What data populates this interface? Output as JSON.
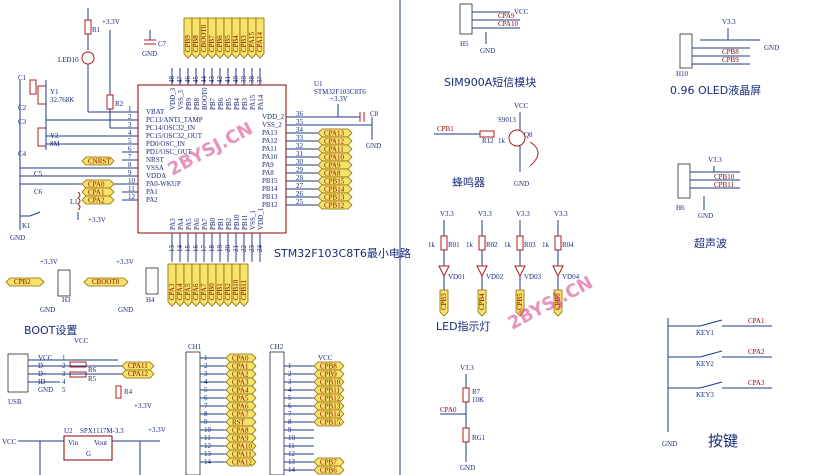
{
  "watermark": "2BYSJ.CN",
  "mcu": {
    "ref": "U1",
    "part": "STM32F103C8T6",
    "caption": "STM32F103C8T6最小电路",
    "left_pins": [
      {
        "n": "1",
        "l": "VBAT"
      },
      {
        "n": "2",
        "l": "PC13/ANTI_TAMP"
      },
      {
        "n": "3",
        "l": "PC14/OSC32_IN"
      },
      {
        "n": "4",
        "l": "PC15/OSC32_OUT"
      },
      {
        "n": "5",
        "l": "PD0/OSC_IN"
      },
      {
        "n": "6",
        "l": "PD1/OSC_OUT"
      },
      {
        "n": "7",
        "l": "NRST"
      },
      {
        "n": "8",
        "l": "VSSA"
      },
      {
        "n": "9",
        "l": "VDDA"
      },
      {
        "n": "10",
        "l": "PA0-WKUP"
      },
      {
        "n": "11",
        "l": "PA1"
      },
      {
        "n": "12",
        "l": "PA2"
      }
    ],
    "right_pins": [
      {
        "n": "36",
        "l": "VDD_2"
      },
      {
        "n": "35",
        "l": "VSS_2"
      },
      {
        "n": "34",
        "l": "PA13"
      },
      {
        "n": "33",
        "l": "PA12"
      },
      {
        "n": "32",
        "l": "PA11"
      },
      {
        "n": "31",
        "l": "PA10"
      },
      {
        "n": "30",
        "l": "PA9"
      },
      {
        "n": "29",
        "l": "PA8"
      },
      {
        "n": "28",
        "l": "PB15"
      },
      {
        "n": "27",
        "l": "PB14"
      },
      {
        "n": "26",
        "l": "PB13"
      },
      {
        "n": "25",
        "l": "PB12"
      }
    ],
    "top_pins": [
      "VDD_3",
      "VSS_3",
      "PB9",
      "PB8",
      "BOOT0",
      "PB7",
      "PB6",
      "PB5",
      "PB4",
      "PB3",
      "PA15",
      "PA14"
    ],
    "top_nums": [
      "48",
      "47",
      "46",
      "45",
      "44",
      "43",
      "42",
      "41",
      "40",
      "39",
      "38",
      "37"
    ],
    "bottom_pins": [
      "PA3",
      "PA4",
      "PA5",
      "PA6",
      "PA7",
      "PB0",
      "PB1",
      "PB2",
      "PB10",
      "PB11",
      "VSS_1",
      "VDD_1"
    ],
    "bottom_nums": [
      "13",
      "14",
      "15",
      "16",
      "17",
      "18",
      "19",
      "20",
      "21",
      "22",
      "23",
      "24"
    ]
  },
  "mcu_nets": {
    "top": [
      "CPB9",
      "CPB8",
      "CBOOT0",
      "CPB7",
      "CPB6",
      "CPB5",
      "CPB4",
      "CPB3",
      "CPA15",
      "CPA14"
    ],
    "right": [
      "CPA13",
      "CPA12",
      "CPA11",
      "CPA10",
      "CPA9",
      "CPA8",
      "CPB15",
      "CPB14",
      "CPB13",
      "CPB12"
    ],
    "bottom": [
      "CPA3",
      "CPA4",
      "CPA5",
      "CPA6",
      "CPA7",
      "CPB0",
      "CPB1",
      "CPB2",
      "CPB10",
      "CPB11"
    ],
    "left": [
      "CNRST",
      "CPA0",
      "CPA1",
      "CPA2"
    ]
  },
  "parts": {
    "R1": "R1",
    "LED10": "LED10",
    "R2": "R2",
    "C7": "C7",
    "C1": "C1",
    "Y1": "Y1",
    "Y1v": "32.768K",
    "C2": "C2",
    "C3": "C3",
    "Y2": "Y2",
    "Y2v": "8M",
    "C4": "C4",
    "C5": "C5",
    "C6": "C6",
    "L1": "L1",
    "K1": "K1",
    "C8": "C8",
    "GND": "GND",
    "V33": "+3.3V",
    "V33s": "V3.3",
    "VCC": "VCC"
  },
  "boot": {
    "caption": "BOOT设置",
    "h3": "H3",
    "h4": "H4",
    "net1": "CPB2",
    "net2": "CBOOT0"
  },
  "usb": {
    "label": "USB",
    "pins": [
      "VCC",
      "D-",
      "D+",
      "ID",
      "GND"
    ],
    "R5": "R5",
    "R6": "R6",
    "R4": "R4",
    "net1": "CPA11",
    "net2": "CPA12"
  },
  "reg": {
    "ref": "U2",
    "part": "SPX1117M-3.3",
    "vin": "Vin",
    "vout": "Vout",
    "gnd": "G",
    "vcc": "VCC",
    "v33": "+3.3V"
  },
  "ch1": {
    "ref": "CH1",
    "nets": [
      "CPA0",
      "CPA1",
      "CPA2",
      "CPA3",
      "CPA4",
      "CPA5",
      "CPA6",
      "CPA7",
      "RST",
      "CPA8",
      "CPA9",
      "CPA10",
      "CPA11",
      "CPA12"
    ]
  },
  "ch2": {
    "ref": "CH2",
    "vcc": "VCC",
    "nets": [
      "CPB8",
      "CPB9",
      "CPB10",
      "CPB11",
      "CPB12",
      "CPB13",
      "CPB14",
      "CPB15",
      "",
      "",
      "",
      "",
      "CPB7",
      "CPB6"
    ]
  },
  "sim": {
    "ref": "H5",
    "caption": "SIM900A短信模块",
    "vcc": "VCC",
    "n1": "CPA9",
    "n2": "CPA10"
  },
  "oled": {
    "ref": "H10",
    "caption": "0.96 OLED液晶屏",
    "v33": "V3.3",
    "n1": "CPB8",
    "n2": "CPB9",
    "gnd": "GND"
  },
  "buzzer": {
    "caption": "蜂鸣器",
    "net": "CPB1",
    "r": "R12",
    "rv": "1k",
    "q": "Q8",
    "qpart": "S9013",
    "vcc": "VCC"
  },
  "ultra": {
    "ref": "H6",
    "caption": "超声波",
    "v33": "V3.3",
    "n1": "CPB10",
    "n2": "CPB11"
  },
  "leds": {
    "caption": "LED指示灯",
    "items": [
      {
        "r": "R01",
        "d": "VD01",
        "net": "CPB3"
      },
      {
        "r": "R02",
        "d": "VD02",
        "net": "CPB4"
      },
      {
        "r": "R03",
        "d": "VD03",
        "net": "CPB5"
      },
      {
        "r": "R04",
        "d": "VD04",
        "net": "CPB6"
      }
    ],
    "rv": "1k",
    "v33": "V3.3"
  },
  "ldr": {
    "r": "R7",
    "rv": "10K",
    "rg": "RG1",
    "net": "CPA0",
    "v33": "V3.3"
  },
  "keys": {
    "caption": "按键",
    "items": [
      {
        "k": "KEY1",
        "net": "CPA1"
      },
      {
        "k": "KEY2",
        "net": "CPA2"
      },
      {
        "k": "KEY3",
        "net": "CPA3"
      }
    ]
  }
}
